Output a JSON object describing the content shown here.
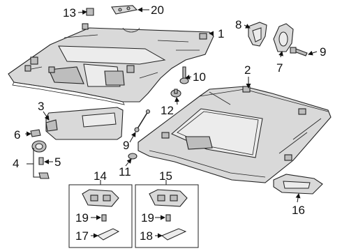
{
  "callouts": {
    "c1": "1",
    "c2": "2",
    "c3": "3",
    "c4": "4",
    "c5": "5",
    "c6": "6",
    "c7": "7",
    "c8": "8",
    "c9a": "9",
    "c9b": "9",
    "c10": "10",
    "c11": "11",
    "c12": "12",
    "c13": "13",
    "c14": "14",
    "c15": "15",
    "c16": "16",
    "c17": "17",
    "c18": "18",
    "c19a": "19",
    "c19b": "19",
    "c20": "20"
  }
}
